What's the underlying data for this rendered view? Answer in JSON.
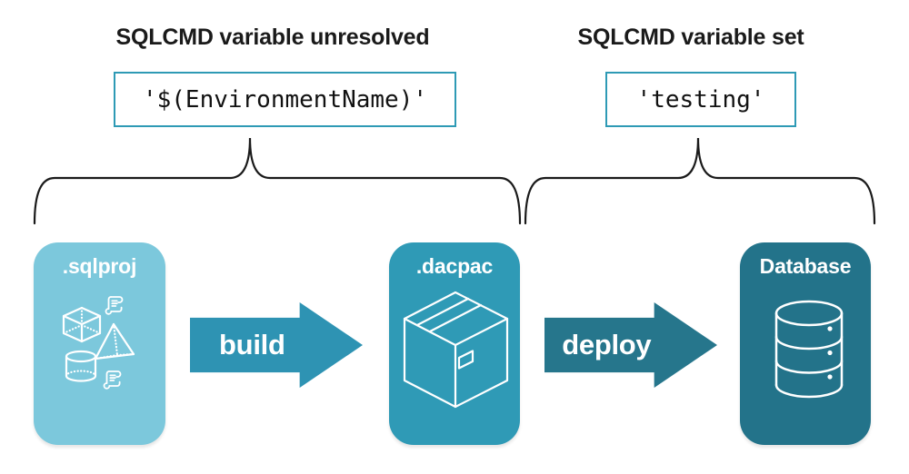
{
  "annotations": {
    "unresolved": {
      "heading": "SQLCMD variable unresolved",
      "value": "'$(EnvironmentName)'"
    },
    "set": {
      "heading": "SQLCMD variable set",
      "value": "'testing'"
    }
  },
  "pipeline": {
    "nodes": [
      {
        "label": ".sqlproj",
        "color": "#7cc8dc",
        "icons": [
          "cube-icon",
          "scroll-icon",
          "pyramid-icon",
          "cylinder-icon",
          "scroll-icon"
        ]
      },
      {
        "label": ".dacpac",
        "color": "#2f9ab6",
        "icons": [
          "package-box-icon"
        ]
      },
      {
        "label": "Database",
        "color": "#23738a",
        "icons": [
          "database-icon"
        ]
      }
    ],
    "arrows": [
      {
        "label": "build",
        "color": "#2e93b3"
      },
      {
        "label": "deploy",
        "color": "#26768c"
      }
    ]
  },
  "colors": {
    "background": "#ffffff",
    "code_box_border": "#2e9ab5",
    "heading_text": "#1a1a1a",
    "code_text": "#111111",
    "brace_stroke": "#1a1a1a",
    "icon_stroke": "#ffffff",
    "card_title_text": "#ffffff"
  }
}
